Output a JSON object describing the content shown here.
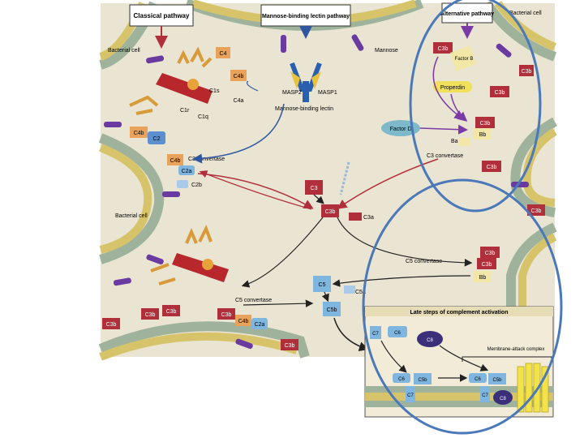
{
  "colors": {
    "panel_bg": "#eae4d2",
    "membrane_head": "#9fb39c",
    "membrane_tail": "#d7c46a",
    "c3b": "#b12f3a",
    "c4b": "#e9a25a",
    "c2": "#5b8fd0",
    "c6": "#7fb6e0",
    "c8": "#3b2f7a",
    "mac": "#f2e34a",
    "factorB": "#f3e7a8",
    "factorD": "#7db9c9",
    "circle": "#4a78b8",
    "purple": "#6a3aa0",
    "antibody": "#d99a3a",
    "c1": "#b7272c"
  },
  "headers": {
    "classical": "Classical pathway",
    "lectin": "Mannose-binding lectin pathway",
    "alternative": "Alternative pathway"
  },
  "labels": {
    "bacterial_cell_tl": "Bacterial cell",
    "bacterial_cell_tr": "Bacterial cell",
    "bacterial_cell_ml": "Bacterial cell",
    "c4_top": "C4",
    "c4b_top": "C4b",
    "c1s": "C1s",
    "c1r": "C1r",
    "c1q": "C1q",
    "c4a": "C4a",
    "masp2": "MASP2",
    "masp1": "MASP1",
    "mannose": "Mannose",
    "mbl": "Mannose-binding lectin",
    "c4b_mid": "C4b",
    "c2_mid": "C2",
    "c3_convertase_left": "C3 convertase",
    "c4b_conv": "C4b",
    "c2a_conv": "C2a",
    "c2b": "C2b",
    "c3": "C3",
    "c3b_center": "C3b",
    "c3a": "C3a",
    "c3b_alt": "C3b",
    "factor_b": "Factor B",
    "properdin": "Properdin",
    "c3b_right": "C3b",
    "factor_d": "Factor D",
    "c3b_bb": "C3b",
    "bb": "Bb",
    "ba": "Ba",
    "c3_convertase_right": "C3 convertase",
    "c3b_far_right": "C3b",
    "c3b_r2": "C3b",
    "c3b_r3": "C3b",
    "c5_convertase_right": "C5 convertase",
    "c5c_c3b_1": "C3b",
    "c5c_c3b_2": "C3b",
    "c5c_bb": "Bb",
    "c5": "C5",
    "c5a": "C5a",
    "c5b": "C5b",
    "c5_convertase_left": "C5 convertase",
    "c3b_b1": "C3b",
    "c3b_b2": "C3b",
    "c3b_b3": "C3b",
    "c5cl_c3b": "C3b",
    "c5cl_c4b": "C4b",
    "c5cl_c2a": "C2a",
    "c3b_bottom_mid": "C3b"
  },
  "inset": {
    "title": "Late steps of complement activation",
    "c7": "C7",
    "c6": "C6",
    "c8": "C8",
    "mac": "Membrane-attack complex",
    "c6_a": "C6",
    "c5b_a": "C5b",
    "c7_a": "C7",
    "c6_b": "C6",
    "c5b_b": "C5b",
    "c7_b": "C7",
    "c8_b": "C8"
  }
}
